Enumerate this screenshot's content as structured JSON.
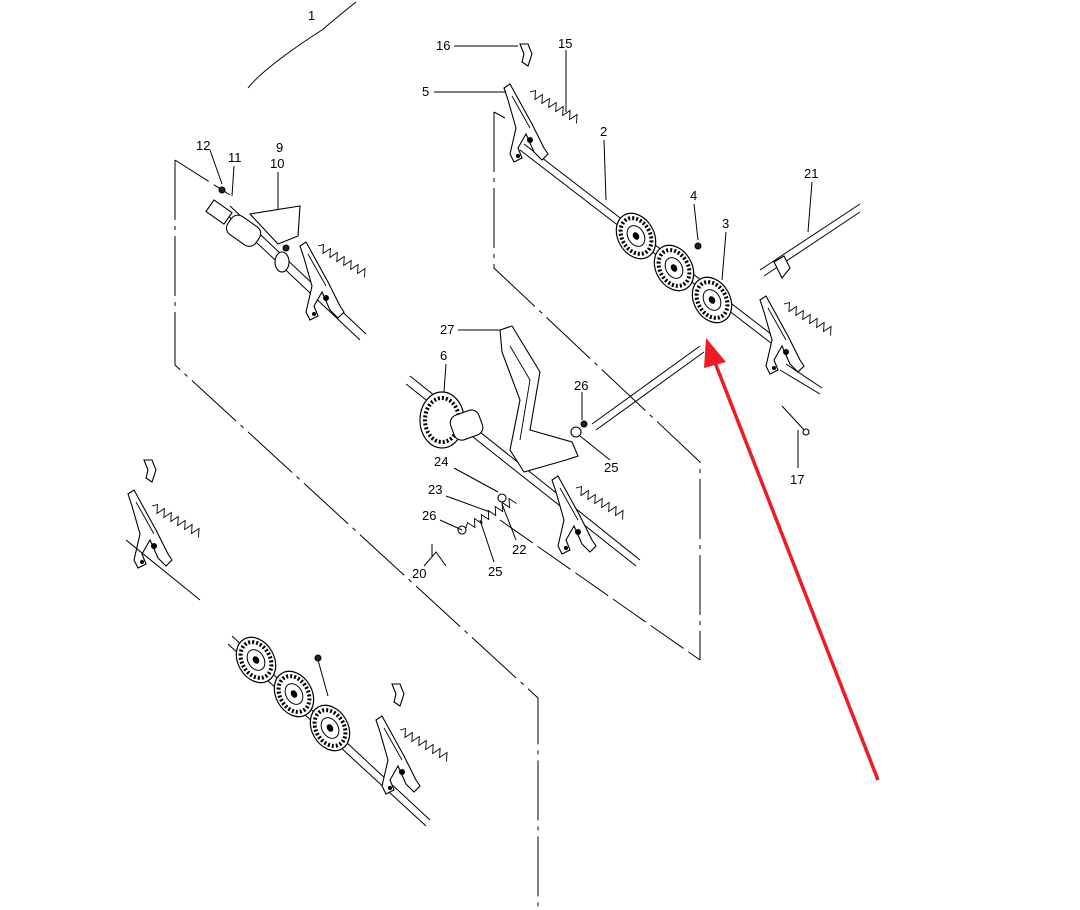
{
  "diagram": {
    "callouts": [
      "1",
      "2",
      "3",
      "4",
      "5",
      "6",
      "9",
      "10",
      "11",
      "12",
      "15",
      "16",
      "17",
      "20",
      "21",
      "22",
      "23",
      "24",
      "25",
      "25",
      "26",
      "26",
      "27"
    ],
    "arrow_color": "#ee1c25",
    "line_color": "#000000",
    "background": "#ffffff"
  }
}
